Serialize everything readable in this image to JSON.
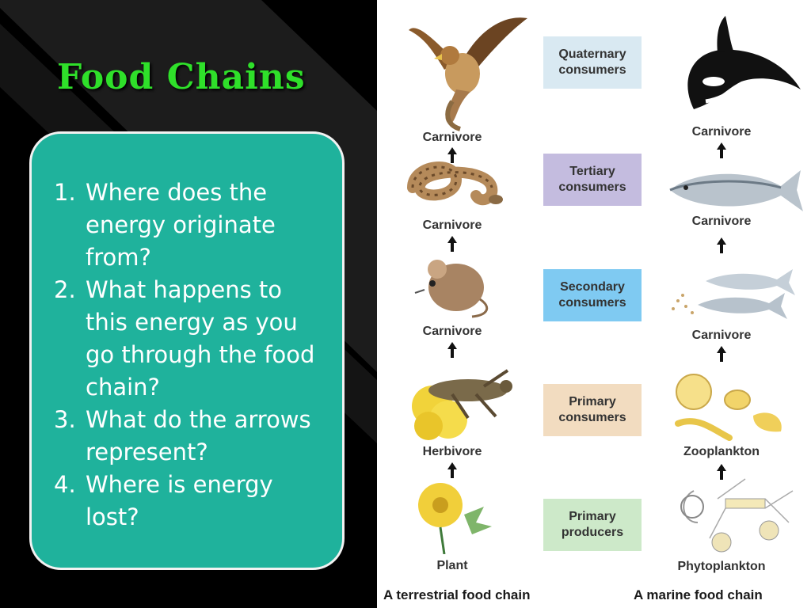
{
  "slide": {
    "title": "Food Chains",
    "questions": [
      {
        "num": "1.",
        "text": "Where does the energy originate from?"
      },
      {
        "num": "2.",
        "text": "What happens to this energy as you go through the food chain?"
      },
      {
        "num": "3.",
        "text": "What do the arrows represent?"
      },
      {
        "num": "4.",
        "text": "Where is energy lost?"
      }
    ]
  },
  "diagram": {
    "trophic_levels": [
      {
        "line1": "Quaternary",
        "line2": "consumers",
        "color": "#d9e9f2"
      },
      {
        "line1": "Tertiary",
        "line2": "consumers",
        "color": "#c4bcdf"
      },
      {
        "line1": "Secondary",
        "line2": "consumers",
        "color": "#7fcaf2"
      },
      {
        "line1": "Primary",
        "line2": "consumers",
        "color": "#f2dcc0"
      },
      {
        "line1": "Primary",
        "line2": "producers",
        "color": "#cde9c9"
      }
    ],
    "terrestrial": {
      "labels": [
        "Carnivore",
        "Carnivore",
        "Carnivore",
        "Herbivore",
        "Plant"
      ],
      "caption": "A terrestrial food chain",
      "icons": [
        "hawk-icon",
        "snake-icon",
        "mouse-icon",
        "grasshopper-icon",
        "flower-icon"
      ]
    },
    "marine": {
      "labels": [
        "Carnivore",
        "Carnivore",
        "Carnivore",
        "Zooplankton",
        "Phytoplankton"
      ],
      "caption": "A marine food chain",
      "icons": [
        "orca-icon",
        "tuna-icon",
        "fish-icon",
        "zooplankton-icon",
        "phytoplankton-icon"
      ]
    }
  },
  "colors": {
    "title": "#2fe02a",
    "question_box": "#1fb29c",
    "background": "#000000"
  }
}
